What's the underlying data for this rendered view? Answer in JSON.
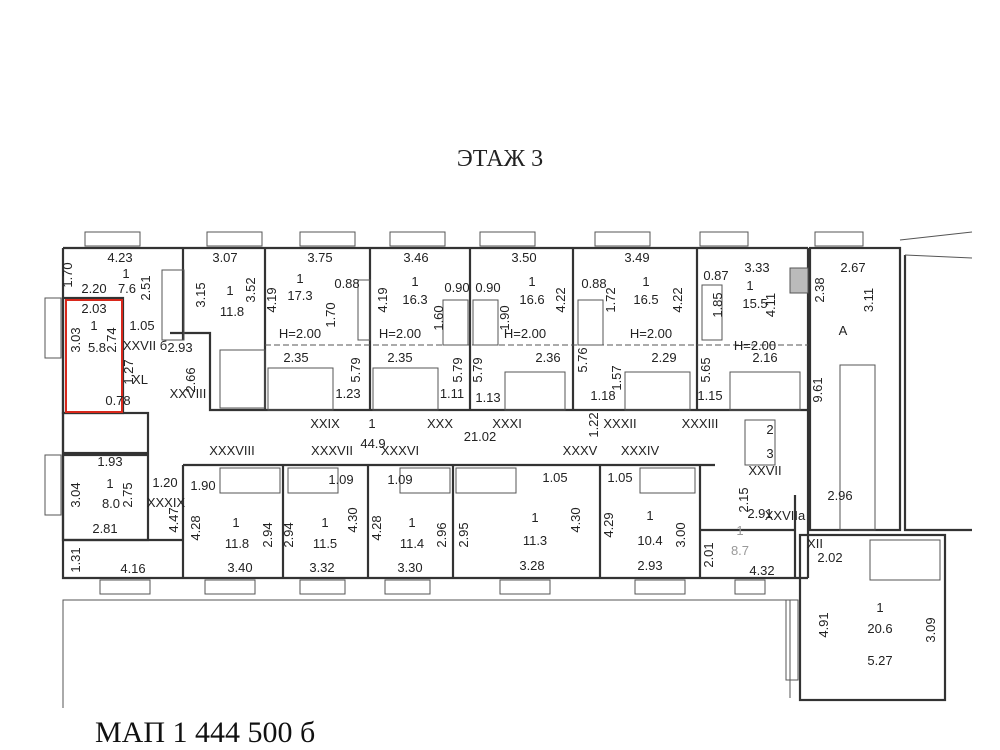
{
  "title": "ЭТАЖ 3",
  "caption": "МАП  1 444 500     б",
  "highlight_color": "#d9281c",
  "labels": [
    "1.70",
    "4.23",
    "1",
    "2.20",
    "7.6",
    "2.51",
    "2.03",
    "3.03",
    "1",
    "5.8",
    "2.74",
    "1.05",
    "XXVII б",
    "1.27",
    "XL",
    "0.78",
    "2.93",
    "2.66",
    "XXVIII",
    "3.07",
    "3.15",
    "1",
    "11.8",
    "3.52",
    "3.75",
    "1",
    "17.3",
    "0.88",
    "4.19",
    "1.70",
    "H=2.00",
    "2.35",
    "5.79",
    "1.23",
    "3.46",
    "1",
    "16.3",
    "0.90",
    "4.19",
    "1.60",
    "H=2.00",
    "2.35",
    "5.79",
    "1.11",
    "3.50",
    "0.90",
    "1",
    "16.6",
    "1.90",
    "4.22",
    "H=2.00",
    "5.79",
    "2.36",
    "1.13",
    "3.49",
    "0.88",
    "1",
    "16.5",
    "1.72",
    "4.22",
    "H=2.00",
    "5.76",
    "2.29",
    "1.57",
    "1.18",
    "0.87",
    "3.33",
    "1",
    "15.5",
    "1.85",
    "4.11",
    "H=2.00",
    "5.65",
    "2.16",
    "1.15",
    "2.67",
    "2.38",
    "3.11",
    "A",
    "9.61",
    "XXIX",
    "1",
    "44.9",
    "XXX",
    "XXXI",
    "21.02",
    "1.22",
    "XXXII",
    "XXXIII",
    "XXXVIII",
    "XXXVII",
    "XXXVI",
    "XXXV",
    "XXXIV",
    "XXVII",
    "2.96",
    "XXVIIa",
    "2.91",
    "2.15",
    "2",
    "3",
    "1.93",
    "3.04",
    "1",
    "8.0",
    "2.75",
    "1.20",
    "XXXIX",
    "2.81",
    "4.47",
    "1.31",
    "4.16",
    "1.90",
    "1.09",
    "1.09",
    "4.28",
    "1",
    "11.8",
    "2.94",
    "3.40",
    "2.94",
    "1",
    "11.5",
    "4.30",
    "3.32",
    "4.28",
    "1",
    "11.4",
    "2.96",
    "3.30",
    "2.95",
    "1",
    "11.3",
    "4.30",
    "3.28",
    "1.05",
    "1.05",
    "4.29",
    "1",
    "10.4",
    "3.00",
    "2.93",
    "2.01",
    "1",
    "8.7",
    "4.32",
    "XII",
    "2.02",
    "4.91",
    "1",
    "20.6",
    "3.09",
    "5.27"
  ]
}
